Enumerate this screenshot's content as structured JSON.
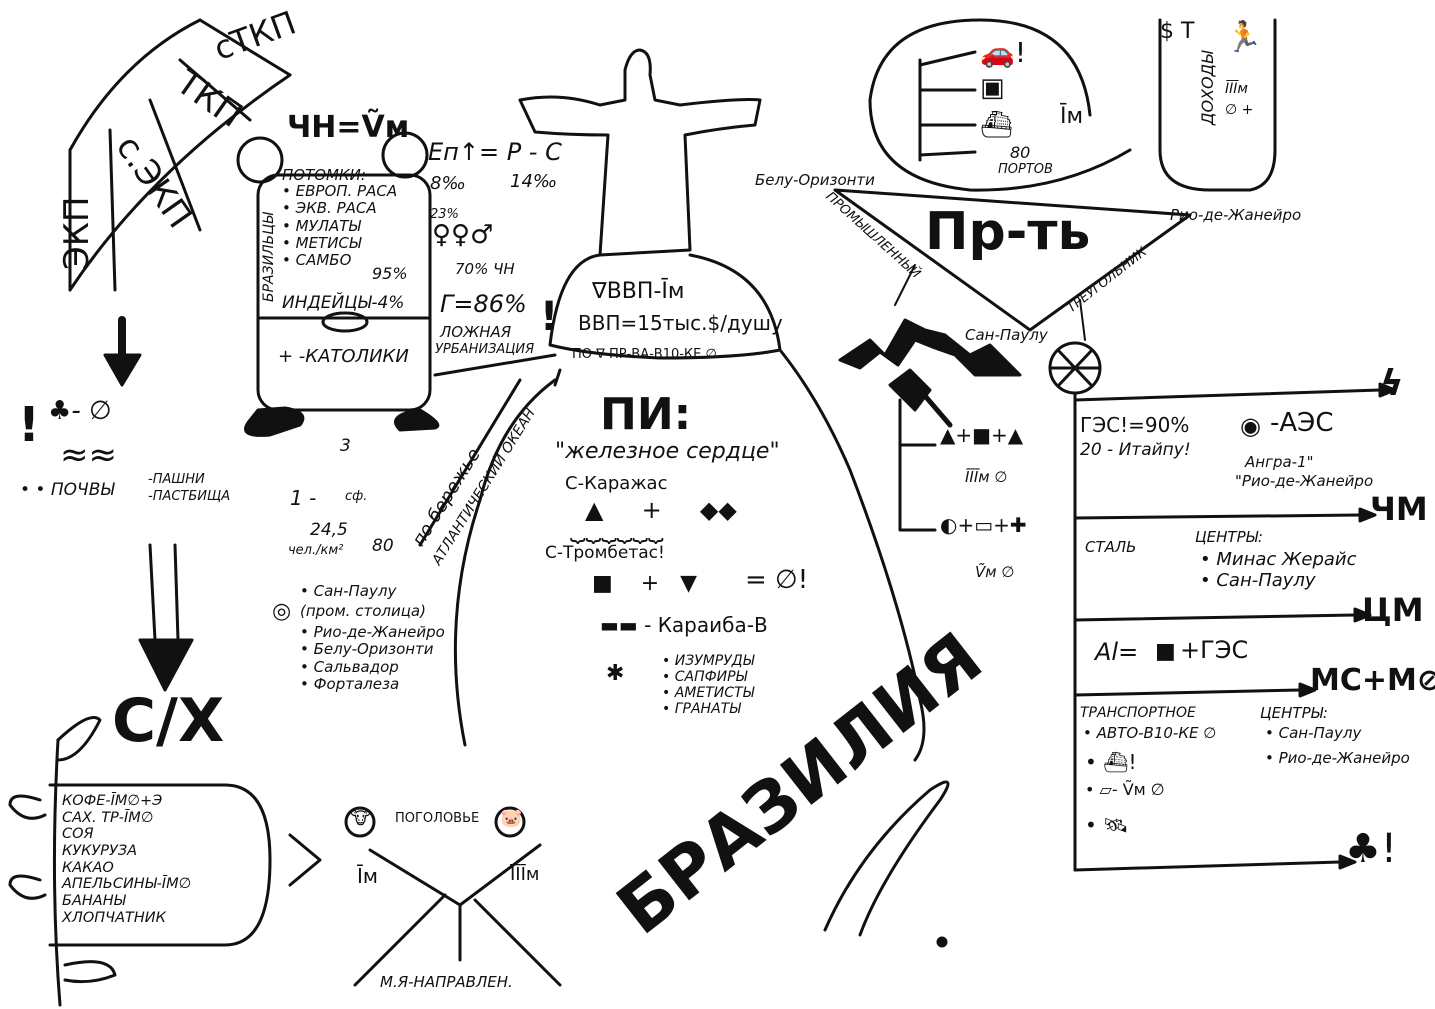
{
  "title": "Бразилия",
  "economy_types": {
    "items": [
      "ЭКП",
      "с.ЭКП",
      "ТКП",
      "сТКП"
    ],
    "arrow_note": "!",
    "forest_line": "- ∅",
    "soils_label": "почвы",
    "soils_parts": [
      "-пашни",
      "-пастбища"
    ]
  },
  "population": {
    "formula": "ЧН=Ṽм",
    "descendants_label": "потомки:",
    "descendants": [
      "европ. раса",
      "экв. раса",
      "мулаты",
      "метисы",
      "самбо"
    ],
    "share_95": "95%",
    "brazilians": "бразильцы",
    "indians": "индейцы-4%",
    "religion": "+ -католики",
    "growth_formula": "Еп↑= Р - С",
    "birth": "8‰",
    "death": "14‰",
    "age_23": "23%",
    "age_70": "70% ЧН",
    "urban": "Г=86%",
    "urban_note_1": "ложная",
    "urban_note_2": "урбанизация",
    "density_top": "3",
    "density_mid": "1 -",
    "density_unit": "сф.",
    "density_value": "24,5",
    "density_denominator": "чел./км²",
    "density_80": "80",
    "coast_1": "по бережье",
    "coast_2": "Атлантический океан",
    "cities": [
      "Сан-Паулу",
      "(пром. столица)",
      "Рио-де-Жанейро",
      "Белу-Оризонти",
      "Сальвадор",
      "Форталеза"
    ]
  },
  "gdp": {
    "line1": "∇ВВП-Īм",
    "line2": "ВВП=15тыс.$/душу",
    "line3": "по ∇ пр-ва-в10-ке ∅"
  },
  "resources": {
    "title": "ПИ:",
    "quote": "\"железное сердце\"",
    "carajas": "С-Каражас",
    "trombetas": "С-Тромбетас!",
    "karaiba": "- Караиба-В",
    "equals": "= ∅!",
    "gems": [
      "изумруды",
      "сапфиры",
      "аметисты",
      "гранаты"
    ]
  },
  "industry": {
    "title": "Пр-ть",
    "triangle_label": "треугольник",
    "industrial_label": "промышленный",
    "belo": "Белу-Оризонти",
    "rio": "Рио-де-Жанейро",
    "sao": "Сан-Паулу",
    "mining_iii": "ĪĪĪм ∅",
    "mining_v": "Ṽм ∅",
    "ports": "80",
    "ports_label": "портов",
    "im": "Īм",
    "income_label": "доходы",
    "dollar_t": "$ Т",
    "iii_m": "ĪĪĪм",
    "plus": "∅ +"
  },
  "energy": {
    "hydro": "ГЭС!=90%",
    "itaipu": "20 - Итайпу!",
    "nuclear": "-АЭС",
    "angra": "Ангра-1\"",
    "rio": "\"Рио-де-Жанейро",
    "cm": "ЧМ",
    "steel": "сталь",
    "centers_label": "центры:",
    "steel_centers": [
      "Минас Жерайс",
      "Сан-Паулу"
    ],
    "cm2": "ЦМ",
    "al": "Al=",
    "al_ges": "+ГЭС",
    "ms": "МС+М⊘",
    "transport": "транспортное",
    "auto": "авто-в10-ке ∅",
    "transport_centers_label": "центры:",
    "transport_centers": [
      "Сан-Паулу",
      "Рио-де-Жанейро"
    ],
    "ship_note": "!",
    "rail_note": "- Ṽм ∅"
  },
  "agriculture": {
    "title": "С/Х",
    "crops": [
      "кофе-Īм∅+Э",
      "сах. тр-Īм∅",
      "соя",
      "кукуруза",
      "какао",
      "апельсины-Īм∅",
      "бананы",
      "хлопчатник"
    ],
    "livestock_label": "поголовье",
    "im": "Īм",
    "iii_m": "ĪĪĪм",
    "direction": "м.я-направлен."
  }
}
